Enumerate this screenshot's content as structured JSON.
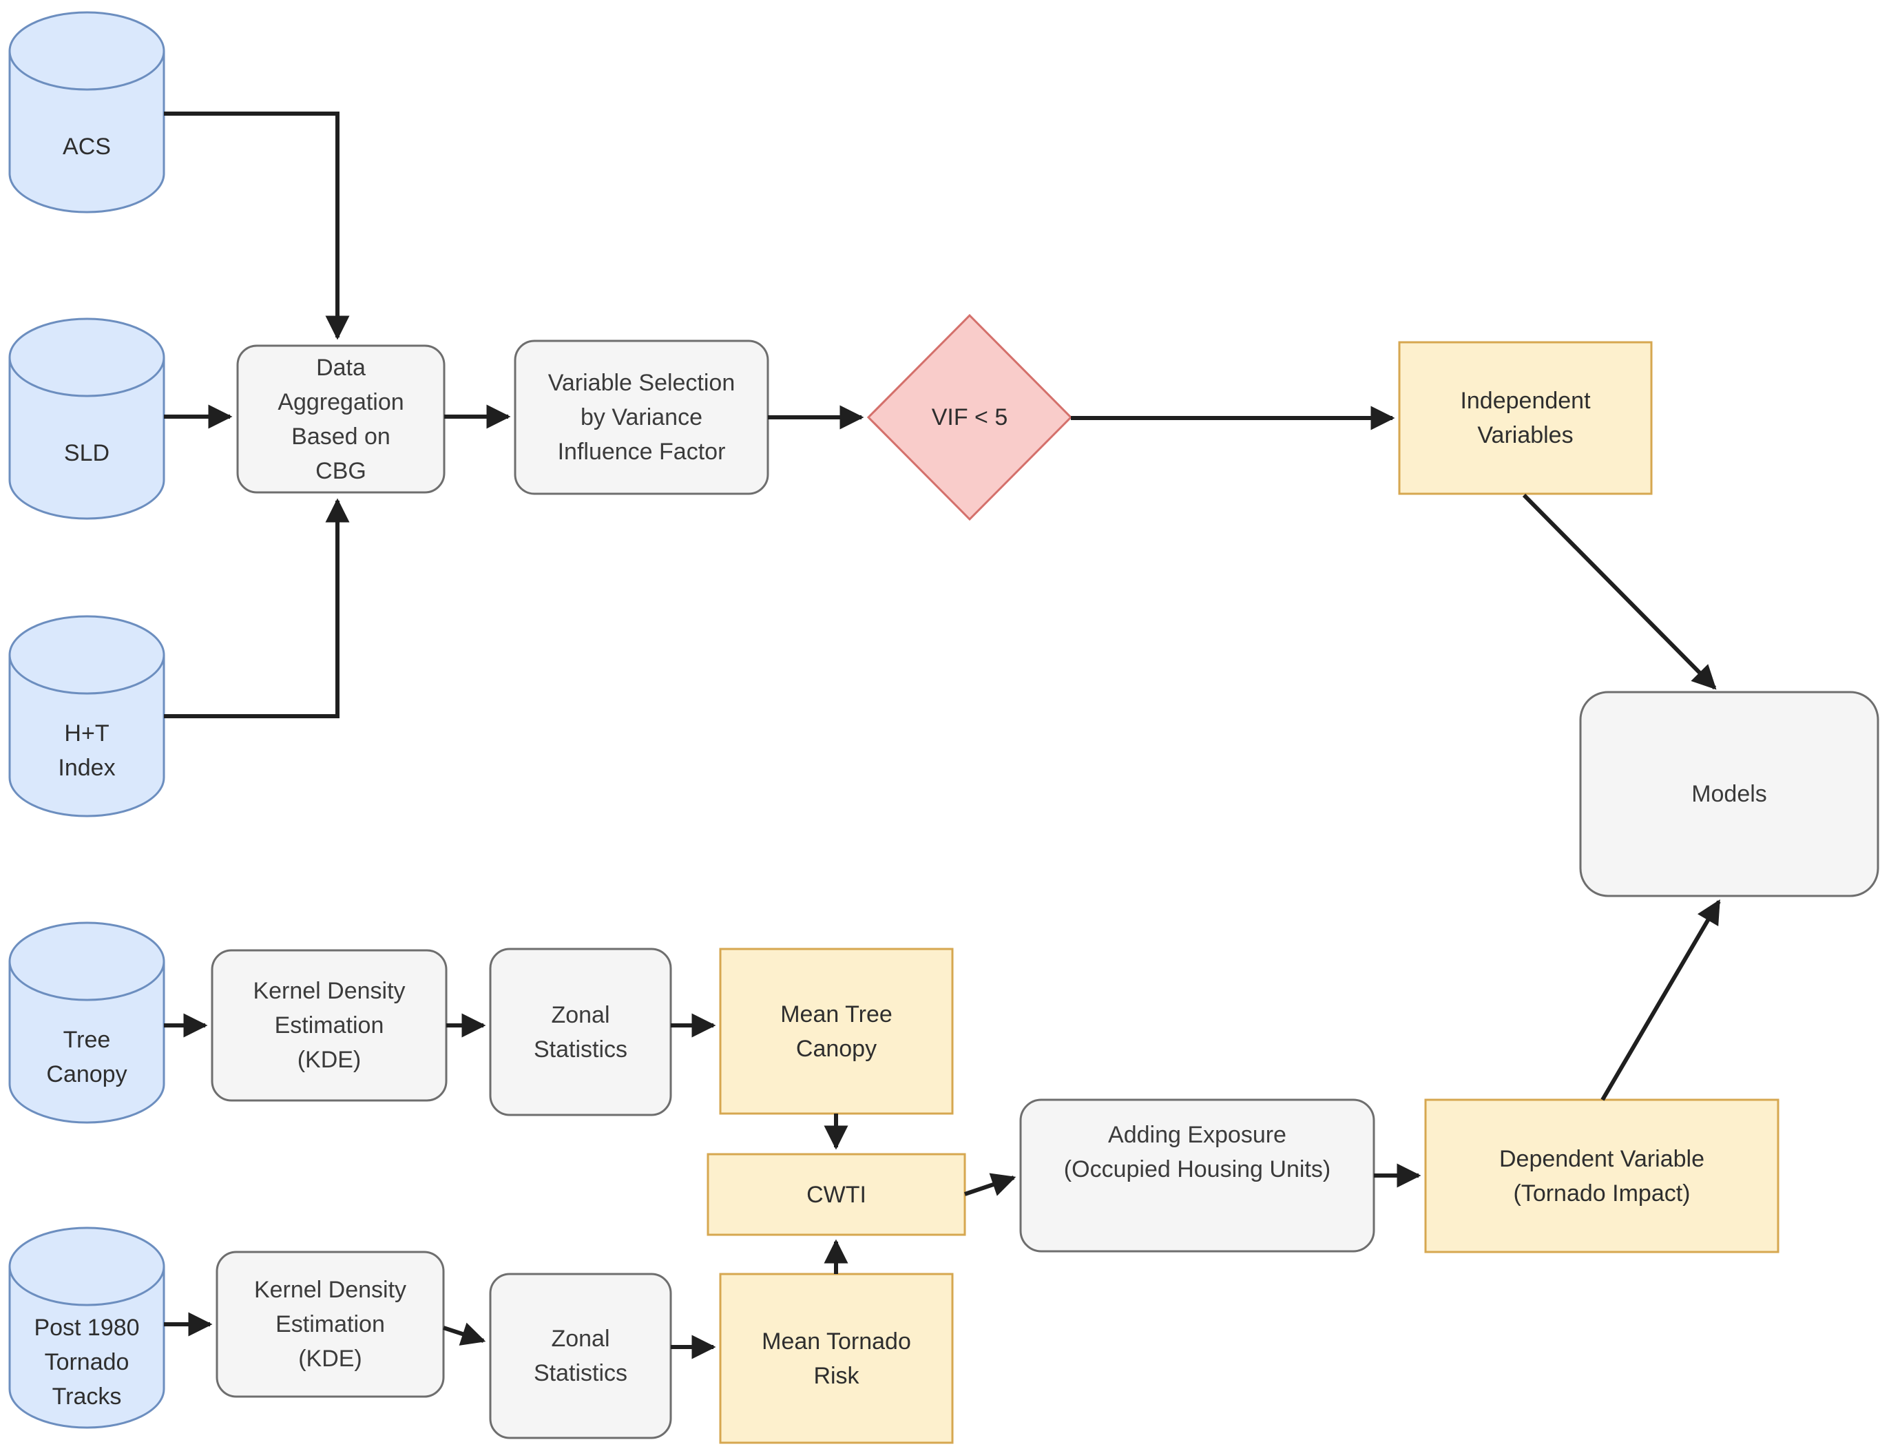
{
  "diagram": {
    "type": "flowchart",
    "background": "#ffffff",
    "colors": {
      "datastore_fill": "#dae8fc",
      "datastore_stroke": "#6c8ebf",
      "process_fill": "#f5f5f5",
      "process_stroke": "#6e6e6e",
      "output_fill": "#fdf0cd",
      "output_stroke": "#d6a750",
      "decision_fill": "#f9ccca",
      "decision_stroke": "#d4706b",
      "arrow": "#1f1f1f",
      "text": "#2e2e2e"
    },
    "nodes": {
      "acs": {
        "label": "ACS",
        "shape": "cylinder"
      },
      "sld": {
        "label": "SLD",
        "shape": "cylinder"
      },
      "ht_index": {
        "label": "H+T\nIndex",
        "shape": "cylinder"
      },
      "tree_canopy": {
        "label": "Tree\nCanopy",
        "shape": "cylinder"
      },
      "post_1980_tornado_tracks": {
        "label": "Post 1980\nTornado\nTracks",
        "shape": "cylinder"
      },
      "data_aggregation": {
        "label": "Data\nAggregation\nBased on\nCBG",
        "shape": "rounded-rect"
      },
      "variable_selection": {
        "label": "Variable Selection\nby Variance\nInfluence Factor",
        "shape": "rounded-rect"
      },
      "vif_decision": {
        "label": "VIF < 5",
        "shape": "diamond"
      },
      "independent_variables": {
        "label": "Independent\nVariables",
        "shape": "rect"
      },
      "models": {
        "label": "Models",
        "shape": "rounded-rect"
      },
      "kde_top": {
        "label": "Kernel Density\nEstimation\n(KDE)",
        "shape": "rounded-rect"
      },
      "zonal_statistics_top": {
        "label": "Zonal\nStatistics",
        "shape": "rounded-rect"
      },
      "mean_tree_canopy": {
        "label": "Mean Tree\nCanopy",
        "shape": "rect"
      },
      "cwti": {
        "label": "CWTI",
        "shape": "rect"
      },
      "kde_bottom": {
        "label": "Kernel Density\nEstimation\n(KDE)",
        "shape": "rounded-rect"
      },
      "zonal_statistics_bottom": {
        "label": "Zonal\nStatistics",
        "shape": "rounded-rect"
      },
      "mean_tornado_risk": {
        "label": "Mean Tornado\nRisk",
        "shape": "rect"
      },
      "adding_exposure": {
        "label": "Adding Exposure\n(Occupied Housing Units)",
        "shape": "rounded-rect"
      },
      "dependent_variable": {
        "label": "Dependent Variable\n(Tornado Impact)",
        "shape": "rect"
      }
    },
    "edges": [
      {
        "from": "acs",
        "to": "data_aggregation"
      },
      {
        "from": "sld",
        "to": "data_aggregation"
      },
      {
        "from": "ht_index",
        "to": "data_aggregation"
      },
      {
        "from": "data_aggregation",
        "to": "variable_selection"
      },
      {
        "from": "variable_selection",
        "to": "vif_decision"
      },
      {
        "from": "vif_decision",
        "to": "independent_variables"
      },
      {
        "from": "independent_variables",
        "to": "models"
      },
      {
        "from": "tree_canopy",
        "to": "kde_top"
      },
      {
        "from": "kde_top",
        "to": "zonal_statistics_top"
      },
      {
        "from": "zonal_statistics_top",
        "to": "mean_tree_canopy"
      },
      {
        "from": "mean_tree_canopy",
        "to": "cwti"
      },
      {
        "from": "post_1980_tornado_tracks",
        "to": "kde_bottom"
      },
      {
        "from": "kde_bottom",
        "to": "zonal_statistics_bottom"
      },
      {
        "from": "zonal_statistics_bottom",
        "to": "mean_tornado_risk"
      },
      {
        "from": "mean_tornado_risk",
        "to": "cwti"
      },
      {
        "from": "cwti",
        "to": "adding_exposure"
      },
      {
        "from": "adding_exposure",
        "to": "dependent_variable"
      },
      {
        "from": "dependent_variable",
        "to": "models"
      }
    ]
  }
}
